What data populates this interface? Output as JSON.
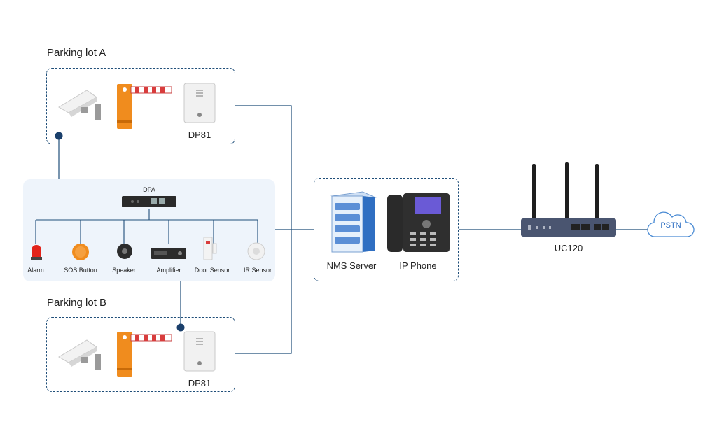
{
  "lot_a": {
    "title": "Parking lot A",
    "intercom_label": "DP81"
  },
  "lot_b": {
    "title": "Parking lot B",
    "intercom_label": "DP81"
  },
  "dpa": {
    "title": "DPA",
    "devices": [
      "Alarm",
      "SOS Button",
      "Speaker",
      "Amplifier",
      "Door Sensor",
      "IR Sensor"
    ]
  },
  "center": {
    "nms_label": "NMS Server",
    "phone_label": "IP Phone"
  },
  "gateway": {
    "label": "UC120"
  },
  "cloud": {
    "label": "PSTN"
  },
  "colors": {
    "line": "#1f4e79",
    "dot": "#1a3f6b",
    "barrier": "#f08c1e",
    "panel": "#eef4fb",
    "cloud": "#4a8bd4"
  }
}
